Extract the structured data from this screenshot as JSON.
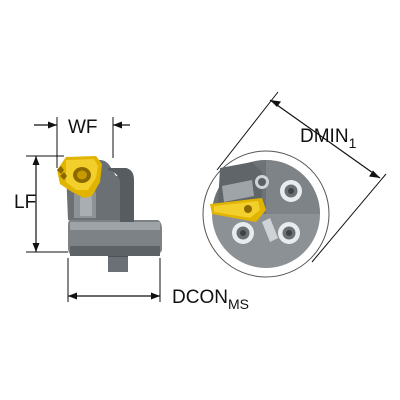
{
  "labels": {
    "wf": "WF",
    "lf": "LF",
    "dcon_main": "DCON",
    "dcon_sub": "MS",
    "dmin_main": "DMIN",
    "dmin_sub": "1"
  },
  "colors": {
    "body_dark": "#5d6367",
    "body_mid": "#848a8e",
    "body_light": "#b9bec1",
    "insert_gold": "#e0b400",
    "insert_dark": "#8a6a00",
    "line": "#111111"
  }
}
